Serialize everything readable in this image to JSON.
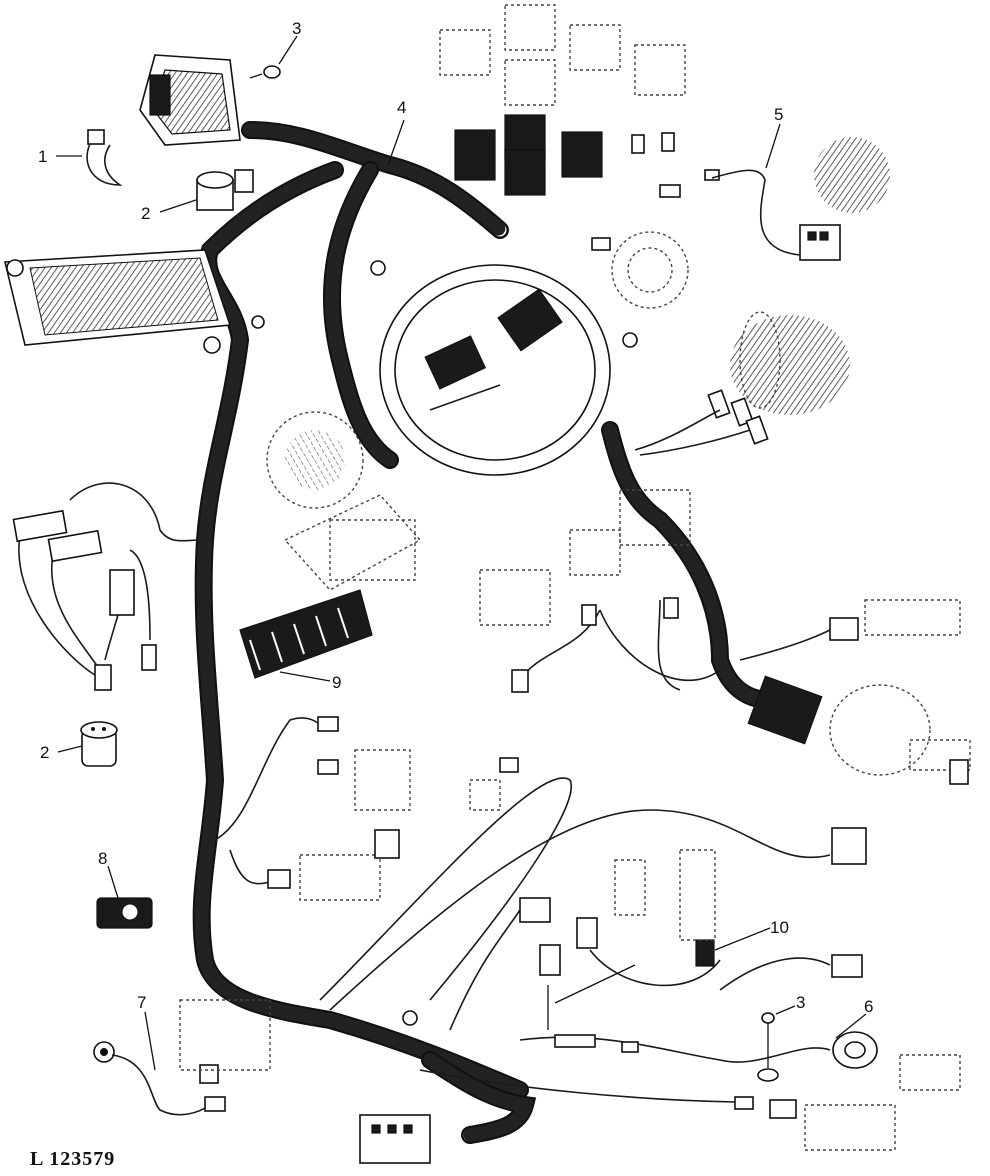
{
  "figure": {
    "reference": "L 123579"
  },
  "callouts": [
    {
      "id": "c1",
      "label": "1"
    },
    {
      "id": "c2a",
      "label": "2"
    },
    {
      "id": "c2b",
      "label": "2"
    },
    {
      "id": "c3a",
      "label": "3"
    },
    {
      "id": "c3b",
      "label": "3"
    },
    {
      "id": "c4",
      "label": "4"
    },
    {
      "id": "c5",
      "label": "5"
    },
    {
      "id": "c6",
      "label": "6"
    },
    {
      "id": "c7",
      "label": "7"
    },
    {
      "id": "c8",
      "label": "8"
    },
    {
      "id": "c9",
      "label": "9"
    },
    {
      "id": "c10",
      "label": "10"
    }
  ]
}
